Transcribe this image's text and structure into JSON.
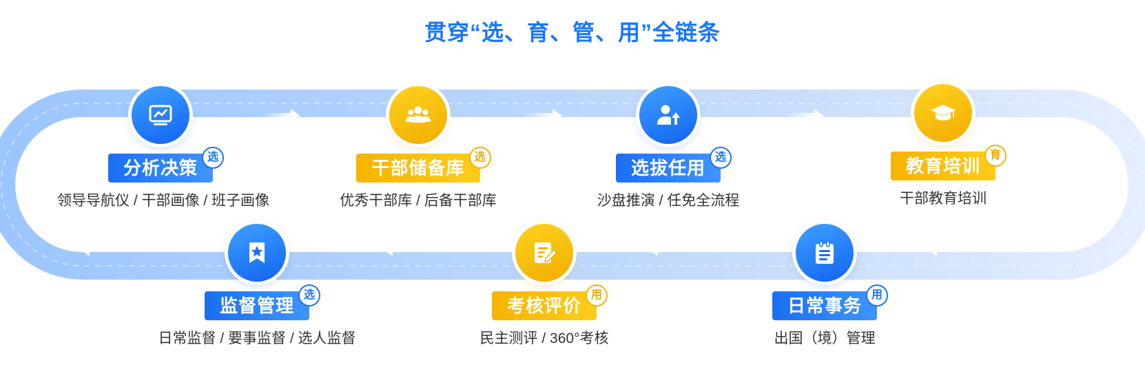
{
  "title": "贯穿“选、育、管、用”全链条",
  "nodes": [
    {
      "name": "分析决策",
      "badge": "选",
      "desc": "领导导航仪 / 干部画像 / 班子画像",
      "color": "blue",
      "icon": "chart-monitor-icon"
    },
    {
      "name": "干部储备库",
      "badge": "选",
      "desc": "优秀干部库 / 后备干部库",
      "color": "yellow",
      "icon": "group-people-icon"
    },
    {
      "name": "选拔任用",
      "badge": "选",
      "desc": "沙盘推演 /  任免全流程",
      "color": "blue",
      "icon": "user-promote-icon"
    },
    {
      "name": "教育培训",
      "badge": "育",
      "desc": "干部教育培训",
      "color": "yellow",
      "icon": "graduation-cap-icon"
    },
    {
      "name": "监督管理",
      "badge": "选",
      "desc": "日常监督 / 要事监督 / 选人监督",
      "color": "blue",
      "icon": "star-bookmark-icon"
    },
    {
      "name": "考核评价",
      "badge": "用",
      "desc": "民主测评 / 360°考核",
      "color": "yellow",
      "icon": "edit-document-icon"
    },
    {
      "name": "日常事务",
      "badge": "用",
      "desc": "出国（境）管理",
      "color": "blue",
      "icon": "clipboard-list-icon"
    }
  ],
  "colors": {
    "blue": "#1677ff",
    "yellow": "#f5b400"
  }
}
